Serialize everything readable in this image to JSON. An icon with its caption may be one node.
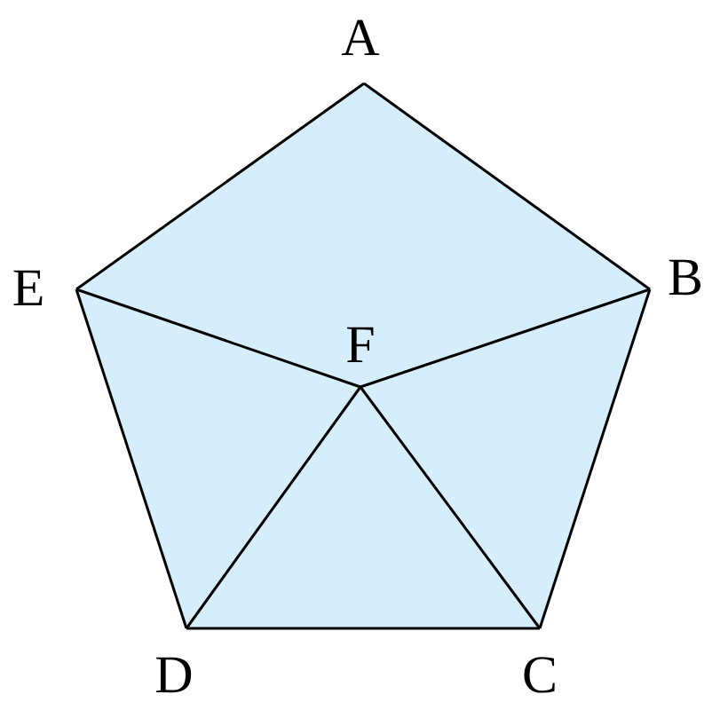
{
  "diagram": {
    "nodes": [
      {
        "text": [
          "A"
        ]
      },
      {
        "text": [
          "B"
        ]
      },
      {
        "text": [
          "C"
        ]
      },
      {
        "text": [
          "D"
        ]
      },
      {
        "text": [
          "E"
        ]
      },
      {
        "text": [
          "F"
        ]
      }
    ],
    "edges": [
      {
        "from": 0,
        "to": 1,
        "arrow": "none"
      },
      {
        "from": 1,
        "to": 2,
        "arrow": "none"
      },
      {
        "from": 2,
        "to": 3,
        "arrow": "none"
      },
      {
        "from": 3,
        "to": 4,
        "arrow": "none"
      },
      {
        "from": 4,
        "to": 0,
        "arrow": "none"
      },
      {
        "from": 5,
        "to": 4,
        "arrow": "none"
      },
      {
        "from": 5,
        "to": 1,
        "arrow": "none"
      },
      {
        "from": 5,
        "to": 2,
        "arrow": "none"
      },
      {
        "from": 5,
        "to": 3,
        "arrow": "none"
      }
    ]
  }
}
